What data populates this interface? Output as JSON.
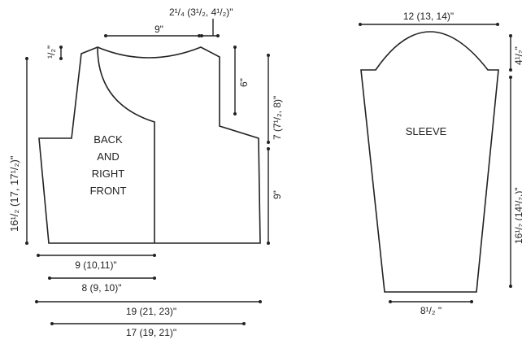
{
  "diagram": {
    "back_label": [
      "BACK",
      "AND",
      "RIGHT",
      "FRONT"
    ],
    "sleeve_label": "SLEEVE",
    "back_dims": {
      "shoulder": "2¹/₄ (3¹/₂, 4¹/₂)\"",
      "neck": "9\"",
      "neck_drop": "¹/₂\"",
      "length": "16¹/₂ (17, 17¹/₂)\"",
      "shoulder_depth": "6\"",
      "armhole": "7 (7¹/₂, 8)\"",
      "side": "9\"",
      "half_width_1": "9 (10,11)\"",
      "half_width_2": "8 (9, 10)\"",
      "full_width_1": "19 (21, 23)\"",
      "full_width_2": "17 (19,  21)\""
    },
    "sleeve_dims": {
      "upper_width": "12 (13, 14)\"",
      "cap_height": "4¹/₂\"",
      "sleeve_length": "16¹/₂ (14¹/₂,)\"",
      "cuff": "8¹/₂ \""
    }
  }
}
